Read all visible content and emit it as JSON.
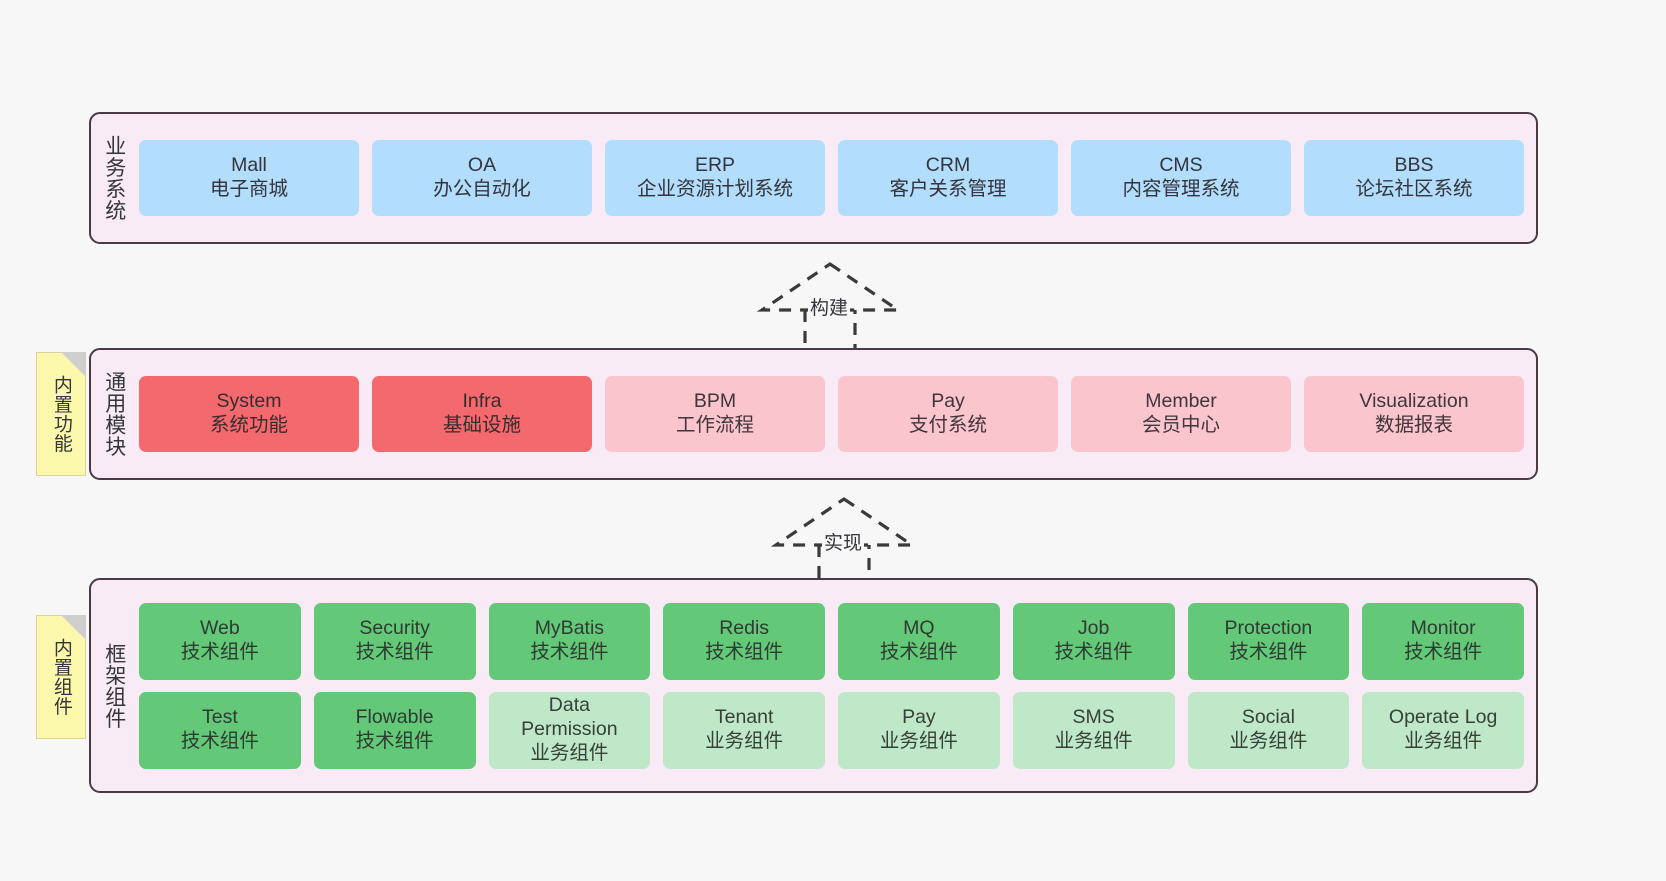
{
  "page": {
    "background_color": "#f7f7f7",
    "title": "芯片架构分层图"
  },
  "palette": {
    "container_bg": "#f9ebf6",
    "container_border": "#4b3a44",
    "blue": "#b2ddfc",
    "red": "#f4696e",
    "pink": "#fac5cd",
    "green": "#63c877",
    "light_green": "#bfe8c9",
    "note_yellow": "#fcf8ab",
    "note_fold": "#cfcfcf",
    "text": "#35353c"
  },
  "layers": [
    {
      "id": "business-systems",
      "title": "业务系统",
      "note": null,
      "rows": [
        {
          "cells": [
            {
              "name": "Mall",
              "lines": [
                "Mall",
                "电子商城"
              ],
              "style": "c-blue"
            },
            {
              "name": "OA",
              "lines": [
                "OA",
                "办公自动化"
              ],
              "style": "c-blue"
            },
            {
              "name": "ERP",
              "lines": [
                "ERP",
                "企业资源计划系统"
              ],
              "style": "c-blue"
            },
            {
              "name": "CRM",
              "lines": [
                "CRM",
                "客户关系管理"
              ],
              "style": "c-blue"
            },
            {
              "name": "CMS",
              "lines": [
                "CMS",
                "内容管理系统"
              ],
              "style": "c-blue"
            },
            {
              "name": "BBS",
              "lines": [
                "BBS",
                "论坛社区系统"
              ],
              "style": "c-blue"
            }
          ]
        }
      ]
    },
    {
      "id": "common-modules",
      "title": "通用模块",
      "note": "内置功能",
      "rows": [
        {
          "cells": [
            {
              "name": "System",
              "lines": [
                "System",
                "系统功能"
              ],
              "style": "c-red"
            },
            {
              "name": "Infra",
              "lines": [
                "Infra",
                "基础设施"
              ],
              "style": "c-red"
            },
            {
              "name": "BPM",
              "lines": [
                "BPM",
                "工作流程"
              ],
              "style": "c-pink"
            },
            {
              "name": "Pay",
              "lines": [
                "Pay",
                "支付系统"
              ],
              "style": "c-pink"
            },
            {
              "name": "Member",
              "lines": [
                "Member",
                "会员中心"
              ],
              "style": "c-pink"
            },
            {
              "name": "Visualization",
              "lines": [
                "Visualization",
                "数据报表"
              ],
              "style": "c-pink"
            }
          ]
        }
      ]
    },
    {
      "id": "framework-components",
      "title": "框架组件",
      "note": "内置组件",
      "rows": [
        {
          "cells": [
            {
              "name": "Web",
              "lines": [
                "Web",
                "技术组件"
              ],
              "style": "c-green"
            },
            {
              "name": "Security",
              "lines": [
                "Security",
                "技术组件"
              ],
              "style": "c-green"
            },
            {
              "name": "MyBatis",
              "lines": [
                "MyBatis",
                "技术组件"
              ],
              "style": "c-green"
            },
            {
              "name": "Redis",
              "lines": [
                "Redis",
                "技术组件"
              ],
              "style": "c-green"
            },
            {
              "name": "MQ",
              "lines": [
                "MQ",
                "技术组件"
              ],
              "style": "c-green"
            },
            {
              "name": "Job",
              "lines": [
                "Job",
                "技术组件"
              ],
              "style": "c-green"
            },
            {
              "name": "Protection",
              "lines": [
                "Protection",
                "技术组件"
              ],
              "style": "c-green"
            },
            {
              "name": "Monitor",
              "lines": [
                "Monitor",
                "技术组件"
              ],
              "style": "c-green"
            }
          ]
        },
        {
          "cells": [
            {
              "name": "Test",
              "lines": [
                "Test",
                "技术组件"
              ],
              "style": "c-green"
            },
            {
              "name": "Flowable",
              "lines": [
                "Flowable",
                "技术组件"
              ],
              "style": "c-green"
            },
            {
              "name": "Data Permission",
              "lines": [
                "Data",
                "Permission",
                "业务组件"
              ],
              "style": "c-lgreen"
            },
            {
              "name": "Tenant",
              "lines": [
                "Tenant",
                "业务组件"
              ],
              "style": "c-lgreen"
            },
            {
              "name": "Pay",
              "lines": [
                "Pay",
                "业务组件"
              ],
              "style": "c-lgreen"
            },
            {
              "name": "SMS",
              "lines": [
                "SMS",
                "业务组件"
              ],
              "style": "c-lgreen"
            },
            {
              "name": "Social",
              "lines": [
                "Social",
                "业务组件"
              ],
              "style": "c-lgreen"
            },
            {
              "name": "Operate Log",
              "lines": [
                "Operate Log",
                "业务组件"
              ],
              "style": "c-lgreen"
            }
          ]
        }
      ]
    }
  ],
  "connectors": [
    {
      "id": "build",
      "label": "构建",
      "from": "common-modules",
      "to": "business-systems",
      "style": "dashed-generalization"
    },
    {
      "id": "implement",
      "label": "实现",
      "from": "framework-components",
      "to": "common-modules",
      "style": "dashed-generalization"
    }
  ]
}
